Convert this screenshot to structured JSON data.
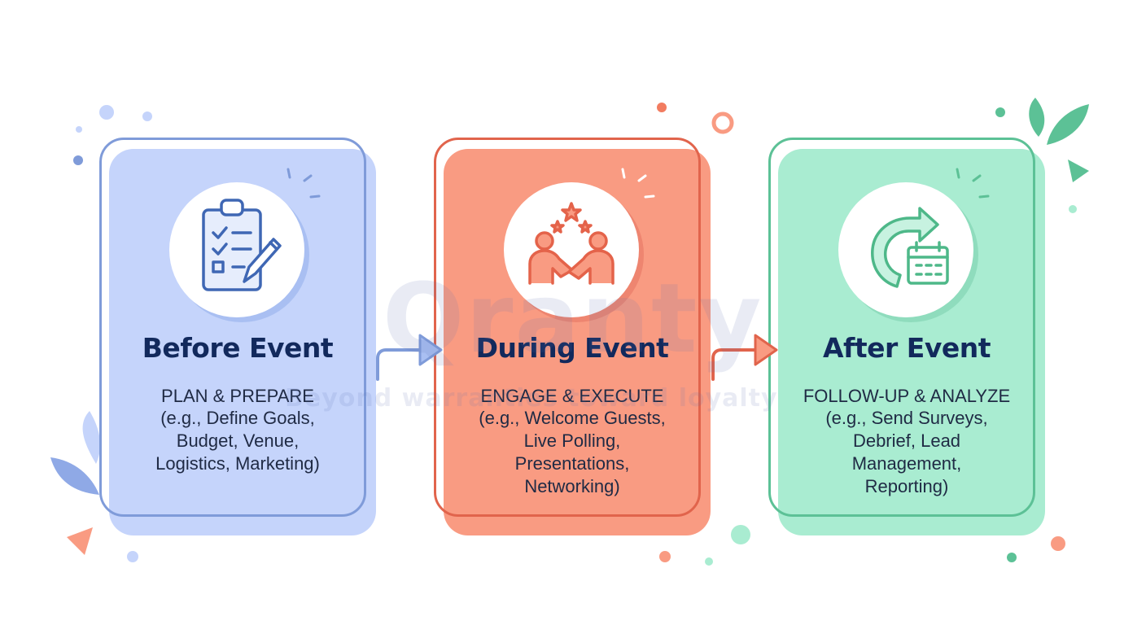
{
  "stages": [
    {
      "title": "Before Event",
      "subtitle": "PLAN & PREPARE",
      "details": [
        "(e.g., Define Goals,",
        "Budget, Venue,",
        "Logistics, Marketing)"
      ],
      "icon": "clipboard-checklist-icon",
      "fill_color": "#c5d4fb",
      "outline_color": "#7f9bd9",
      "icon_color": "#3f67b4"
    },
    {
      "title": "During Event",
      "subtitle": "ENGAGE & EXECUTE",
      "details": [
        "(e.g., Welcome Guests,",
        "Live Polling,",
        "Presentations,",
        "Networking)"
      ],
      "icon": "handshake-stars-icon",
      "fill_color": "#f99b82",
      "outline_color": "#e1644c",
      "icon_color": "#e4634a"
    },
    {
      "title": "After Event",
      "subtitle": "FOLLOW-UP & ANALYZE",
      "details": [
        "(e.g., Send Surveys,",
        "Debrief, Lead",
        "Management,",
        "Reporting)"
      ],
      "icon": "refresh-calendar-icon",
      "fill_color": "#a9ecd1",
      "outline_color": "#5cc196",
      "icon_color": "#4eb889"
    }
  ],
  "connectors": [
    {
      "icon": "arrow-right-icon",
      "color": "#7f9bd9"
    },
    {
      "icon": "arrow-right-icon",
      "color": "#e1644c"
    }
  ],
  "watermark": {
    "logo": "Qranty",
    "tagline": "Beyond warranties toward loyalty"
  },
  "colors": {
    "title_text": "#12295c",
    "body_text": "#1f2a44",
    "background": "#ffffff"
  }
}
